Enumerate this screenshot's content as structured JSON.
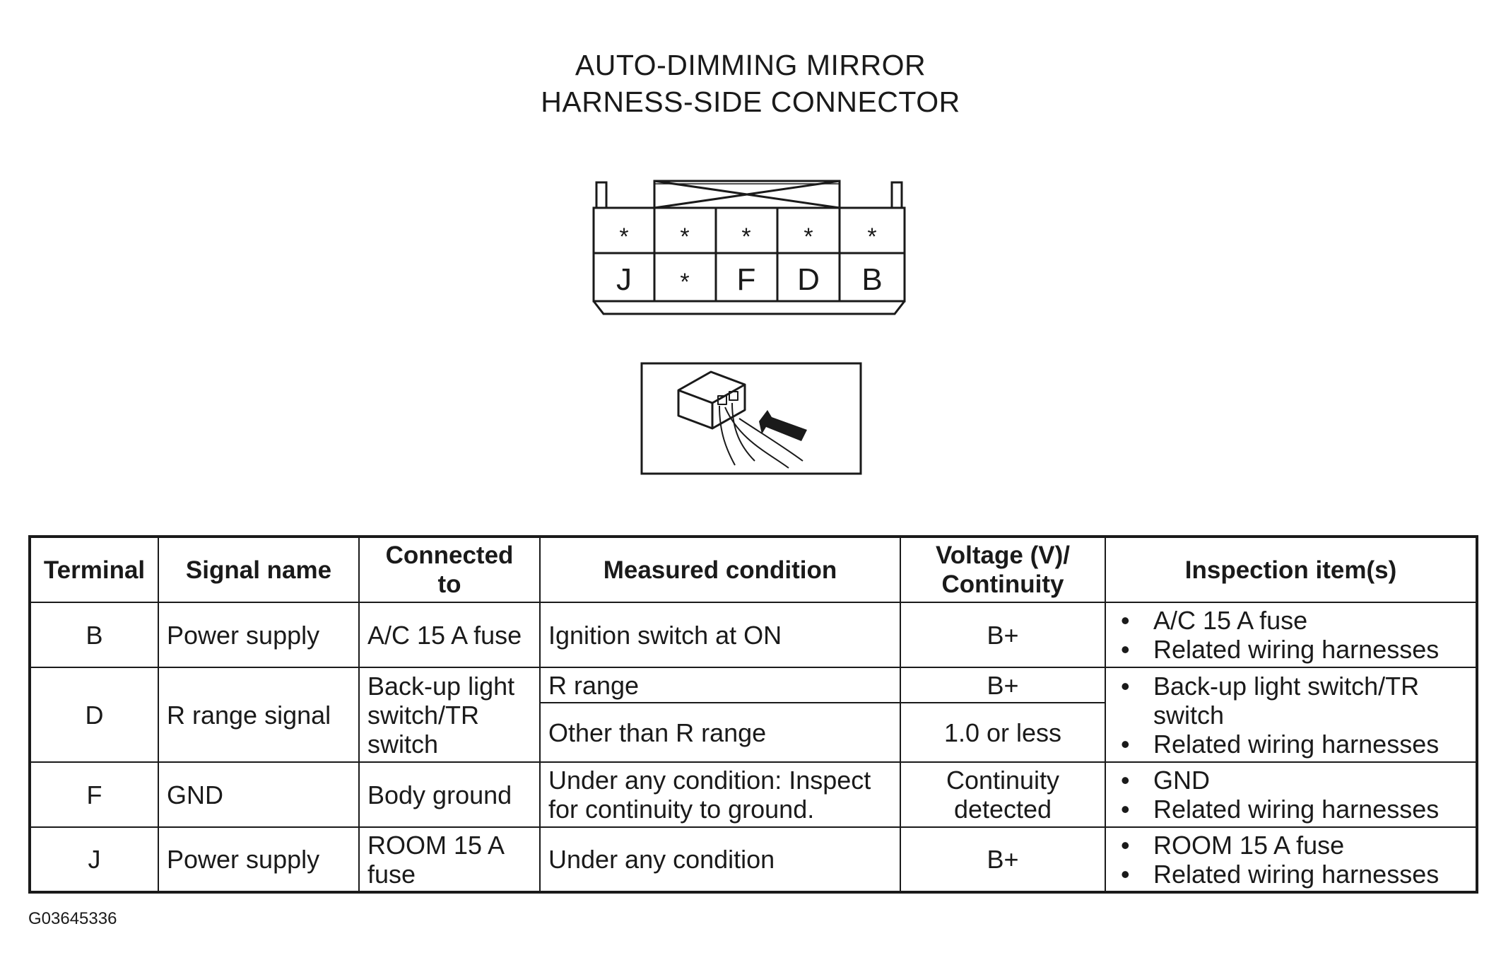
{
  "title": {
    "line1": "AUTO-DIMMING MIRROR",
    "line2": "HARNESS-SIDE CONNECTOR"
  },
  "connector": {
    "top_row": [
      "*",
      "*",
      "*",
      "*",
      "*"
    ],
    "bottom_row": [
      "J",
      "*",
      "F",
      "D",
      "B"
    ]
  },
  "table": {
    "headers": {
      "terminal": "Terminal",
      "signal_name": "Signal name",
      "connected_to_l1": "Connected",
      "connected_to_l2": "to",
      "measured_condition": "Measured condition",
      "voltage_l1": "Voltage (V)/",
      "voltage_l2": "Continuity",
      "inspection": "Inspection item(s)"
    },
    "rows": [
      {
        "terminal": "B",
        "signal": "Power supply",
        "connected": "A/C 15 A fuse",
        "condition": "Ignition switch at ON",
        "voltage": "B+",
        "items": [
          "A/C 15 A fuse",
          "Related wiring harnesses"
        ]
      },
      {
        "terminal": "D",
        "signal": "R range signal",
        "connected_l1": "Back-up light",
        "connected_l2": "switch/TR",
        "connected_l3": "switch",
        "condition_a": "R range",
        "voltage_a": "B+",
        "condition_b": "Other than R range",
        "voltage_b": "1.0 or less",
        "item1_l1": "Back-up light switch/TR",
        "item1_l2": "switch",
        "item2": "Related wiring harnesses"
      },
      {
        "terminal": "F",
        "signal": "GND",
        "connected": "Body ground",
        "condition_l1": "Under any condition: Inspect",
        "condition_l2": "for continuity to ground.",
        "voltage_l1": "Continuity",
        "voltage_l2": "detected",
        "items": [
          "GND",
          "Related wiring harnesses"
        ]
      },
      {
        "terminal": "J",
        "signal": "Power supply",
        "connected_l1": "ROOM 15 A",
        "connected_l2": "fuse",
        "condition": "Under any condition",
        "voltage": "B+",
        "items": [
          "ROOM 15 A fuse",
          "Related wiring harnesses"
        ]
      }
    ]
  },
  "figure_id": "G03645336"
}
